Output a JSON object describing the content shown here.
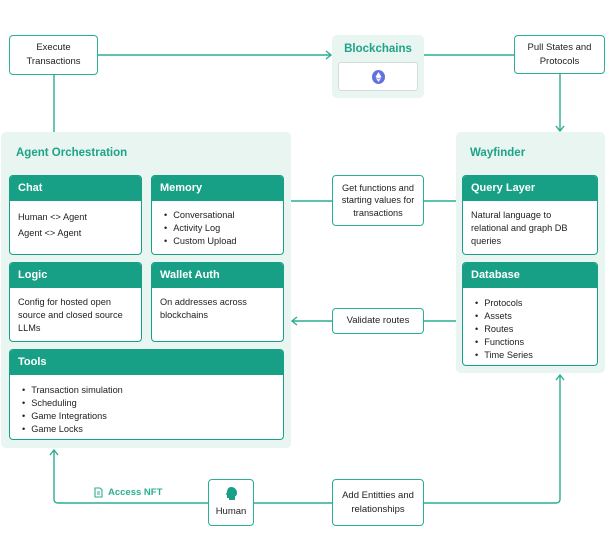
{
  "execute": "Execute Transactions",
  "blockchains": {
    "title": "Blockchains",
    "icon": "ethereum-icon"
  },
  "pull_states": "Pull States and Protocols",
  "agent": {
    "title": "Agent Orchestration",
    "chat": {
      "title": "Chat",
      "lines": [
        "Human <> Agent",
        "Agent <> Agent"
      ]
    },
    "memory": {
      "title": "Memory",
      "items": [
        "Conversational",
        "Activity Log",
        "Custom Upload"
      ]
    },
    "logic": {
      "title": "Logic",
      "text": "Config for hosted open source and closed source LLMs"
    },
    "wallet": {
      "title": "Wallet Auth",
      "text": "On addresses across blockchains"
    },
    "tools": {
      "title": "Tools",
      "items": [
        "Transaction simulation",
        "Scheduling",
        "Game Integrations",
        "Game Locks"
      ]
    }
  },
  "get_functions": "Get functions and starting values for transactions",
  "validate": "Validate routes",
  "wayfinder": {
    "title": "Wayfinder",
    "query": {
      "title": "Query Layer",
      "text": "Natural language to relational and graph DB queries"
    },
    "database": {
      "title": "Database",
      "items": [
        "Protocols",
        "Assets",
        "Routes",
        "Functions",
        "Time Series"
      ]
    }
  },
  "access_nft": "Access NFT",
  "human": "Human",
  "add_entities": "Add Entitties and relationships",
  "colors": {
    "accent": "#17a085",
    "panel": "#e8f5f1",
    "eth": "#6273e0"
  }
}
